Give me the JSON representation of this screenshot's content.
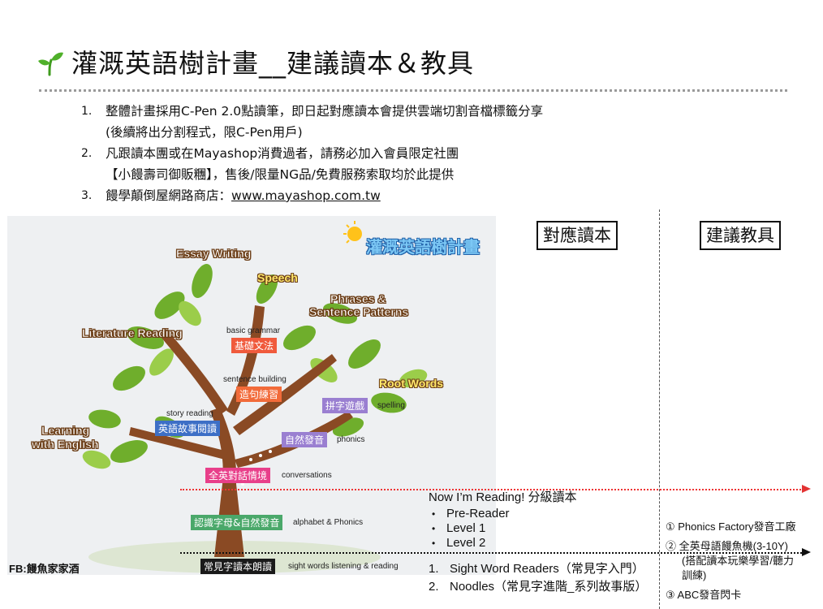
{
  "header": {
    "title": "灌溉英語樹計畫__建議讀本＆教具",
    "sprout_icon": "sprout-icon",
    "accent_color": "#3f9b1e"
  },
  "info": {
    "items": [
      {
        "num": "1.",
        "lines": [
          "整體計畫採用C-Pen 2.0點讀筆，即日起對應讀本會提供雲端切割音檔標籤分享",
          "(後續將出分割程式，限C-Pen用戶)"
        ]
      },
      {
        "num": "2.",
        "lines": [
          "凡跟讀本團或在Mayashop消費過者，請務必加入會員限定社團",
          "【小饅壽司御販糰】，售後/限量NG品/免費服務索取均於此提供"
        ]
      },
      {
        "num": "3.",
        "prefix": "饅學顛倒屋網路商店：",
        "link": "www.mayashop.com.tw"
      }
    ]
  },
  "tree": {
    "logo_text": "灌溉英語樹計畫",
    "fb_credit": "FB:饅魚家家酒",
    "branch_labels": {
      "essay": "Essay Writing",
      "speech": "Speech",
      "phrases_1": "Phrases &",
      "phrases_2": "Sentence Patterns",
      "literature": "Literature Reading",
      "root": "Root Words",
      "learning_1": "Learning",
      "learning_2": "with English"
    },
    "tags": {
      "grammar": "基礎文法",
      "grammar_en": "basic grammar",
      "sentence": "造句練習",
      "sentence_en": "sentence building",
      "spelling": "拼字遊戲",
      "spelling_en": "spelling",
      "story": "英語故事閱讀",
      "story_en": "story reading",
      "phonics": "自然發音",
      "phonics_en": "phonics",
      "conversation": "全英對話情境",
      "conversation_en": "conversations",
      "alphabet": "認識字母&自然發音",
      "alphabet_en": "alphabet & Phonics",
      "sightwords": "常見字讀本朗讀",
      "sightwords_en": "sight words listening & reading"
    }
  },
  "columns": {
    "readers_header": "對應讀本",
    "tools_header": "建議教具"
  },
  "readers": {
    "series_title": "Now I’m Reading! 分級讀本",
    "levels": [
      "Pre-Reader",
      "Level 1",
      "Level 2"
    ],
    "sight_items": [
      {
        "num": "1.",
        "text": "Sight Word Readers（常見字入門）"
      },
      {
        "num": "2.",
        "text": "Noodles（常見字進階_系列故事版）"
      }
    ]
  },
  "tools": {
    "item1": "① Phonics Factory發音工廠",
    "item2": "② 全英母語饅魚機(3-10Y)",
    "item2_sub1": "(搭配讀本玩樂學習/聽力",
    "item2_sub2": "訓練)",
    "item3": "③ ABC發音閃卡"
  },
  "colors": {
    "red_guide": "#e33333",
    "tag_red": "#f05a3c",
    "tag_orange": "#f26b3a",
    "tag_purple": "#9a7fd1",
    "tag_blue": "#3d6fc6",
    "tag_pink": "#e83f8a",
    "tag_green": "#4aa86a",
    "tag_black": "#1a1a1a"
  }
}
